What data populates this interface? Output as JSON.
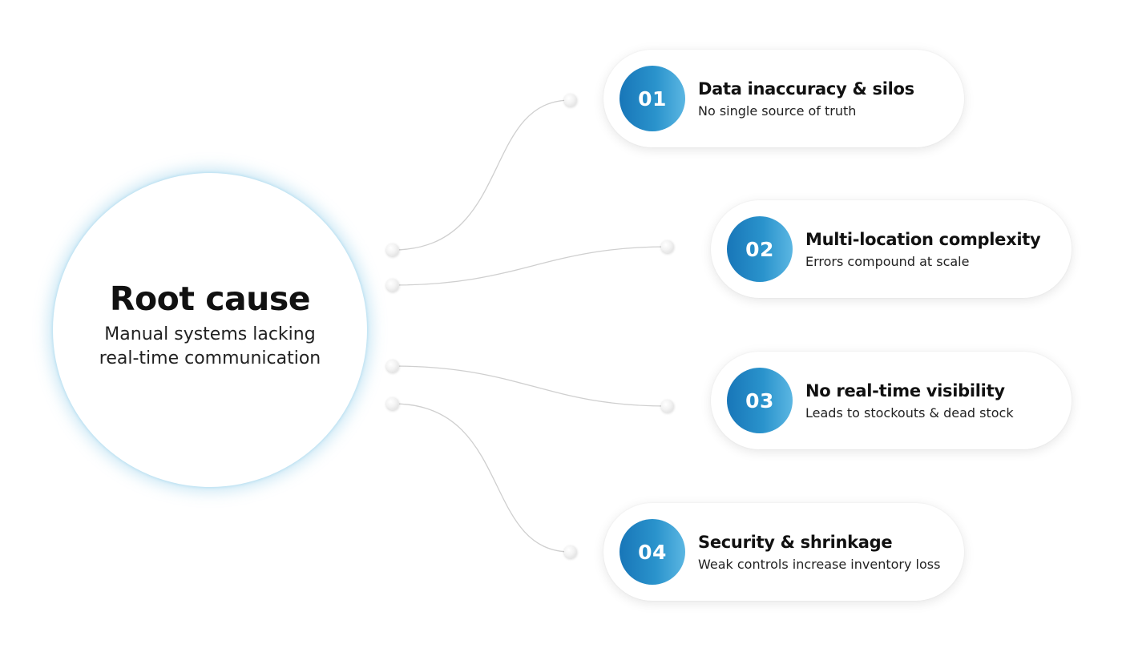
{
  "root": {
    "title": "Root cause",
    "subtitle": "Manual systems lacking real-time communication"
  },
  "items": [
    {
      "number": "01",
      "title": "Data inaccuracy & silos",
      "description": "No single source of truth"
    },
    {
      "number": "02",
      "title": "Multi-location complexity",
      "description": "Errors compound at scale"
    },
    {
      "number": "03",
      "title": "No real-time visibility",
      "description": "Leads to stockouts & dead stock"
    },
    {
      "number": "04",
      "title": "Security & shrinkage",
      "description": "Weak controls increase inventory loss"
    }
  ],
  "colors": {
    "badge_start": "#1876b8",
    "badge_end": "#5bb6e2",
    "glow": "#78c3e6",
    "connector": "#cfcfcf"
  }
}
